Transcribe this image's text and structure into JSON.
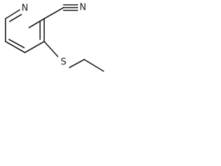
{
  "structure": {
    "atoms": {
      "ring_nitrogen": "N",
      "nitrile_nitrogen": "N",
      "sulfur": "S"
    }
  }
}
